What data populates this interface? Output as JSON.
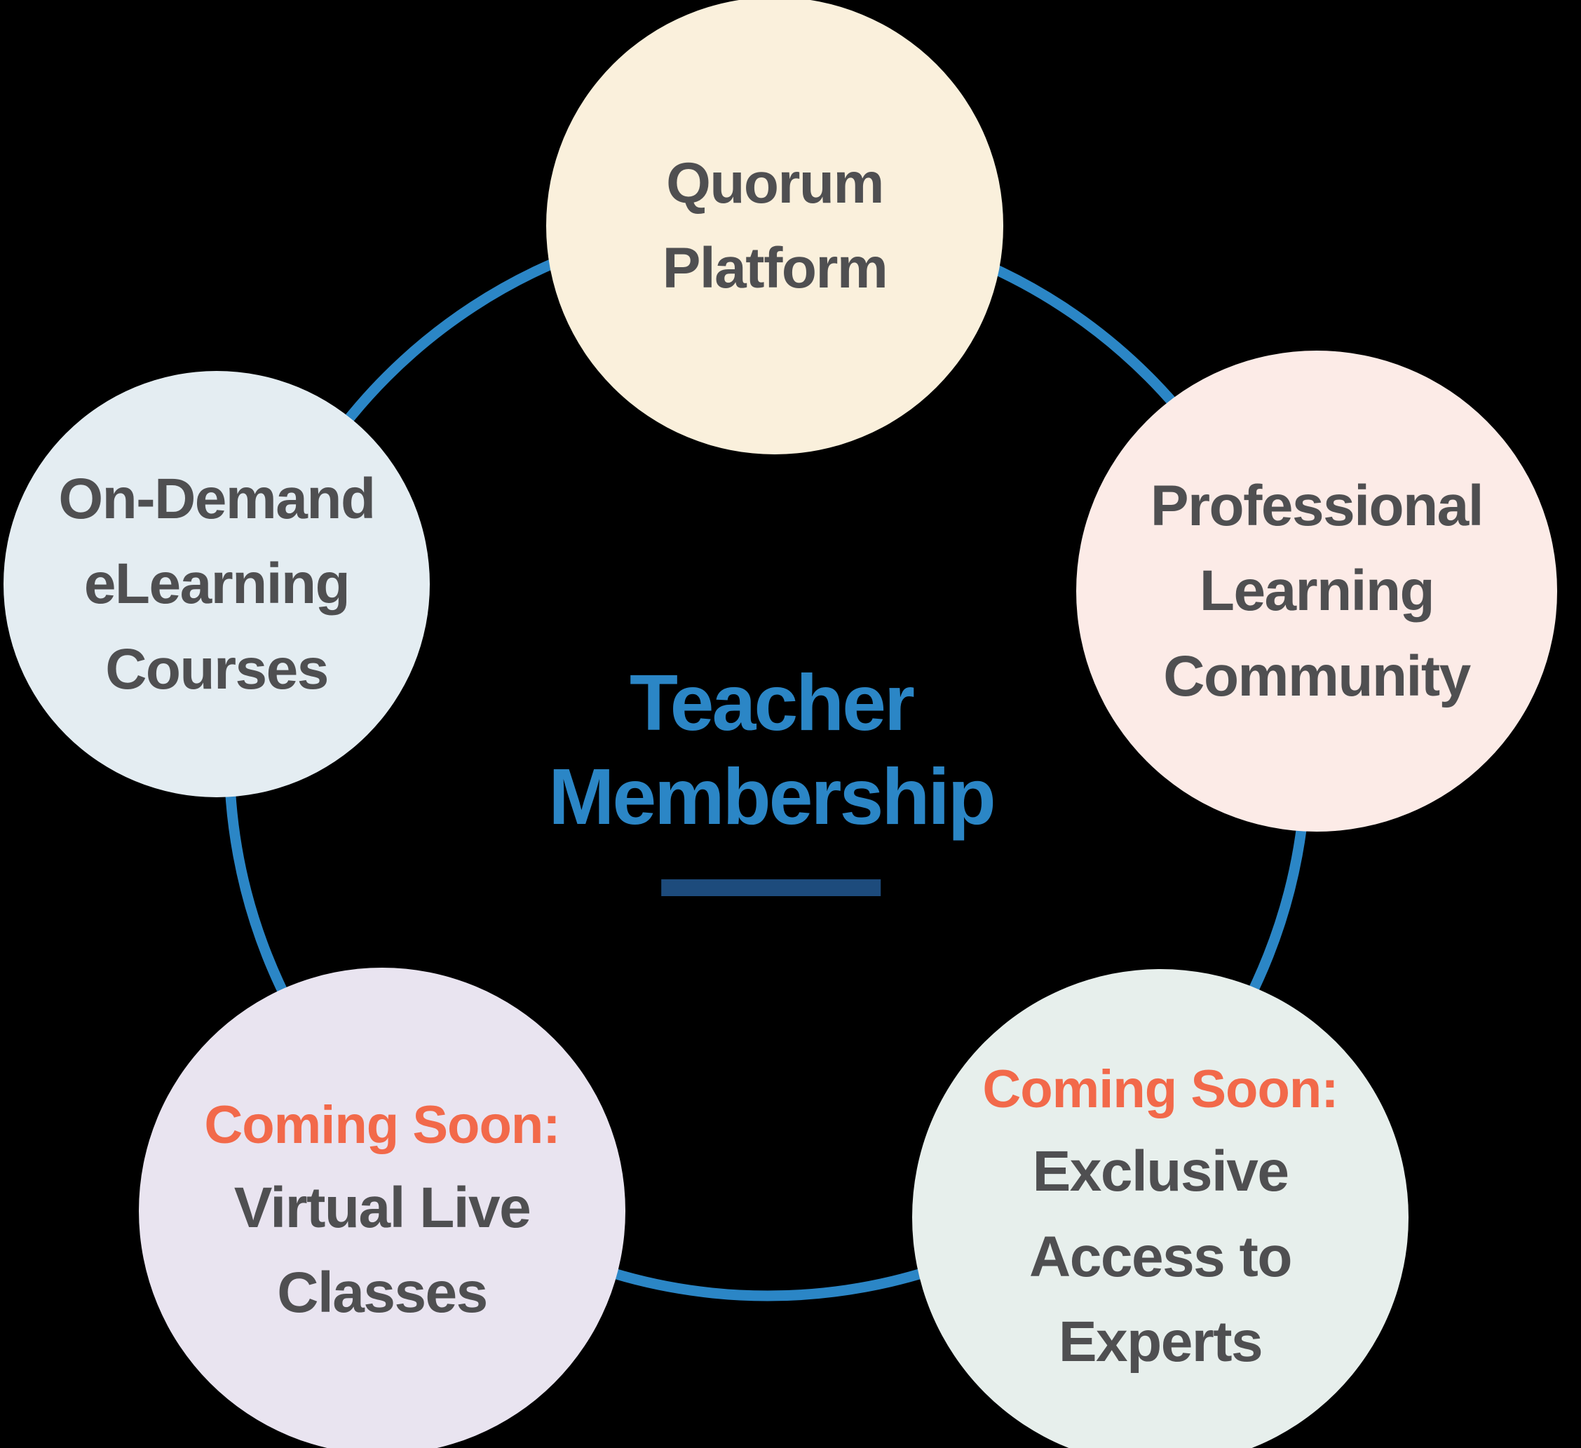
{
  "background_color": "#000000",
  "colors": {
    "ring": "#2b86c6",
    "title": "#2b86c6",
    "underline": "#1d4b7c",
    "label_text": "#4f4f51",
    "coming_soon": "#f2694a",
    "circle_top": "#faf0dc",
    "circle_left": "#e4edf2",
    "circle_right": "#fcebe7",
    "circle_bottom_left": "#e9e4f0",
    "circle_bottom_right": "#e7efec"
  },
  "center": {
    "title_line1": "Teacher",
    "title_line2": "Membership"
  },
  "circles": {
    "top": {
      "lines": [
        "Quorum",
        "Platform"
      ]
    },
    "left": {
      "lines": [
        "On-Demand",
        "eLearning",
        "Courses"
      ]
    },
    "right": {
      "lines": [
        "Professional",
        "Learning",
        "Community"
      ]
    },
    "bottom_left": {
      "coming_soon": "Coming Soon:",
      "lines": [
        "Virtual Live",
        "Classes"
      ]
    },
    "bottom_right": {
      "coming_soon": "Coming Soon:",
      "lines": [
        "Exclusive",
        "Access to",
        "Experts"
      ]
    }
  }
}
